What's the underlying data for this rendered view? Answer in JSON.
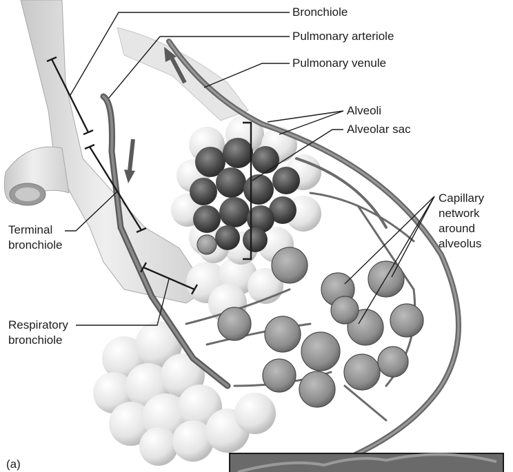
{
  "figure": {
    "panel_label": "(a)",
    "labels": {
      "bronchiole": "Bronchiole",
      "pulmonary_arteriole": "Pulmonary arteriole",
      "pulmonary_venule": "Pulmonary venule",
      "alveoli": "Alveoli",
      "alveolar_sac": "Alveolar sac",
      "capillary_network": [
        "Capillary",
        "network",
        "around",
        "alveolus"
      ],
      "terminal_bronchiole": [
        "Terminal",
        "bronchiole"
      ],
      "respiratory_bronchiole": [
        "Respiratory",
        "bronchiole"
      ]
    }
  },
  "style": {
    "background": "#ffffff",
    "airway": "#d9d9d9",
    "alveolus_light": "#ececec",
    "alveolus_dark": "#3a3a3a",
    "vessel": "#6e6e6e",
    "arrow": "#5a5a5a",
    "leader": "#1a1a1a"
  }
}
